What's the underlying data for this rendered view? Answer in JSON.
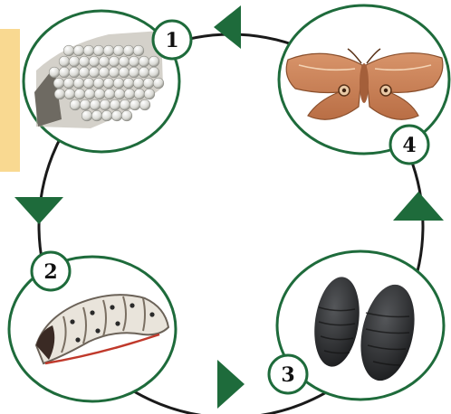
{
  "diagram": {
    "colors": {
      "accent": "#1e6b3b",
      "cycle_line": "#111111",
      "highlight": "#f6c667"
    },
    "stages": [
      {
        "number": "1",
        "subject": "eggs"
      },
      {
        "number": "2",
        "subject": "larva"
      },
      {
        "number": "3",
        "subject": "pupae"
      },
      {
        "number": "4",
        "subject": "moth"
      }
    ]
  }
}
